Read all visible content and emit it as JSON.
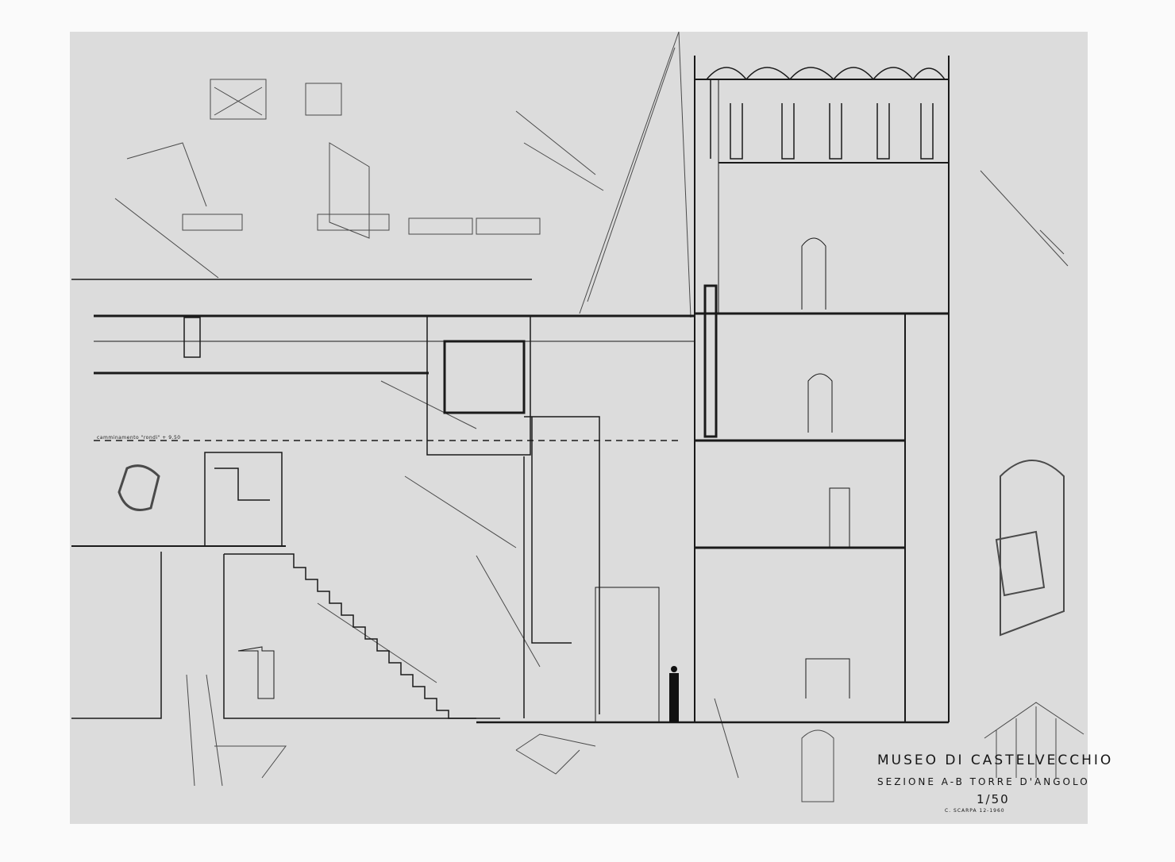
{
  "drawing": {
    "title": "MUSEO DI CASTELVECCHIO",
    "subtitle": "SEZIONE A-B   TORRE D'ANGOLO",
    "scale": "1/50",
    "signature": "C. SCARPA   12-1960",
    "annotation": "camminamento \"rondi\" + 9.50"
  },
  "colors": {
    "paper": "#dcdcdc",
    "ink": "#1a1a1a",
    "border": "#fafafa"
  }
}
